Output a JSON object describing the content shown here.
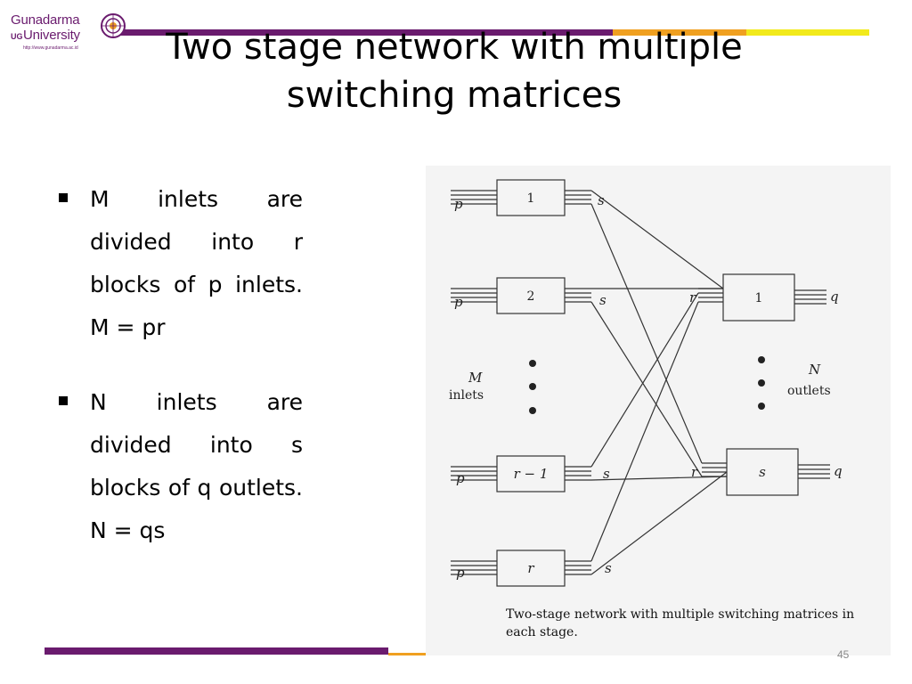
{
  "logo": {
    "line1": "Gunadarma",
    "uc": "UG",
    "line2": "University",
    "url": "http://www.gunadarma.ac.id"
  },
  "slide": {
    "title": "Two stage network with multiple switching matrices",
    "page_number": "45"
  },
  "bullets": [
    "M inlets are divided into r blocks of p inlets. M = pr",
    "N inlets are divided into s blocks of q outlets. N = qs"
  ],
  "figure": {
    "stage1_blocks": [
      "1",
      "2",
      "r − 1",
      "r"
    ],
    "stage2_blocks": [
      "1",
      "s"
    ],
    "inlet_label": "p",
    "stage1_out_label": "s",
    "stage2_in_label": "r",
    "outlet_label": "q",
    "left_group": {
      "symbol": "M",
      "text": "inlets"
    },
    "right_group": {
      "symbol": "N",
      "text": "outlets"
    },
    "caption": "Two-stage network with multiple switching matrices in each stage."
  },
  "colors": {
    "purple": "#6a1b6e",
    "orange": "#f0a020",
    "yellow": "#f2ea1c"
  }
}
